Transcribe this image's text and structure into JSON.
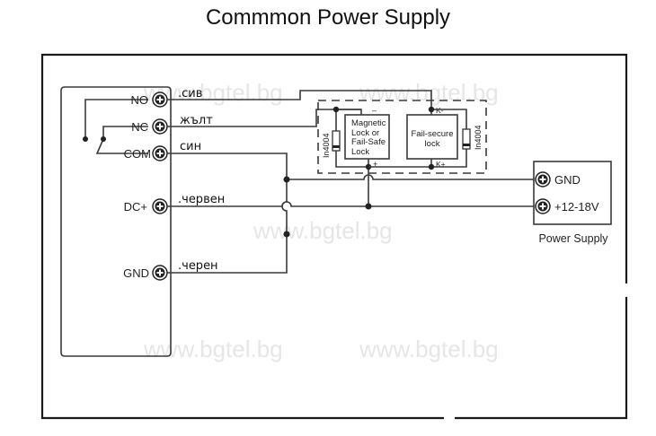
{
  "title": "Commmon Power Supply",
  "watermark": "www.bgtel.bg",
  "controller": {
    "terminals": [
      "NO",
      "NC",
      "COM",
      "DC+",
      "GND"
    ]
  },
  "wire_labels": {
    "no": ".сив",
    "nc": "жълт",
    "com": "син",
    "dcplus": ".червен",
    "gnd": ".черен"
  },
  "locks": {
    "magnetic": [
      "Magnetic",
      "Lock or",
      "Fail-Safe",
      "Lock"
    ],
    "magnetic_minus": "–",
    "magnetic_plus": "+",
    "fail_secure": [
      "Fail-secure",
      "lock"
    ],
    "fail_secure_minus": "K-",
    "fail_secure_plus": "K+",
    "diode_left": "In4004",
    "diode_right": "In4004"
  },
  "power_supply": {
    "gnd": "GND",
    "vplus": "+12-18V",
    "caption": "Power Supply"
  }
}
